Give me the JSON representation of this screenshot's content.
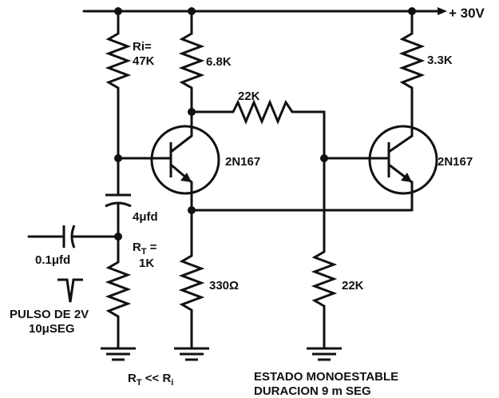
{
  "supply": {
    "label": "+ 30V"
  },
  "resistors": {
    "ri_name": "Ri=",
    "ri_value": "47K",
    "r1_collector": "6.8K",
    "r_feedback": "22K",
    "r2_collector": "3.3K",
    "rt_name": "R",
    "rt_sub": "T",
    "rt_eq": "=",
    "rt_value": "1K",
    "r_emitter": "330Ω",
    "r_base2": "22K"
  },
  "capacitors": {
    "c_coupling": "4μfd",
    "c_input": "0.1μfd"
  },
  "transistors": {
    "q1": "2N167",
    "q2": "2N167"
  },
  "input_pulse": {
    "line1": "PULSO DE 2V",
    "line2": "10μSEG"
  },
  "condition": {
    "lhs": "R",
    "lhs_sub": "T",
    "op": " << ",
    "rhs": "R",
    "rhs_sub": "i"
  },
  "caption": {
    "line1": "ESTADO MONOESTABLE",
    "line2": "DURACION 9 m SEG"
  }
}
